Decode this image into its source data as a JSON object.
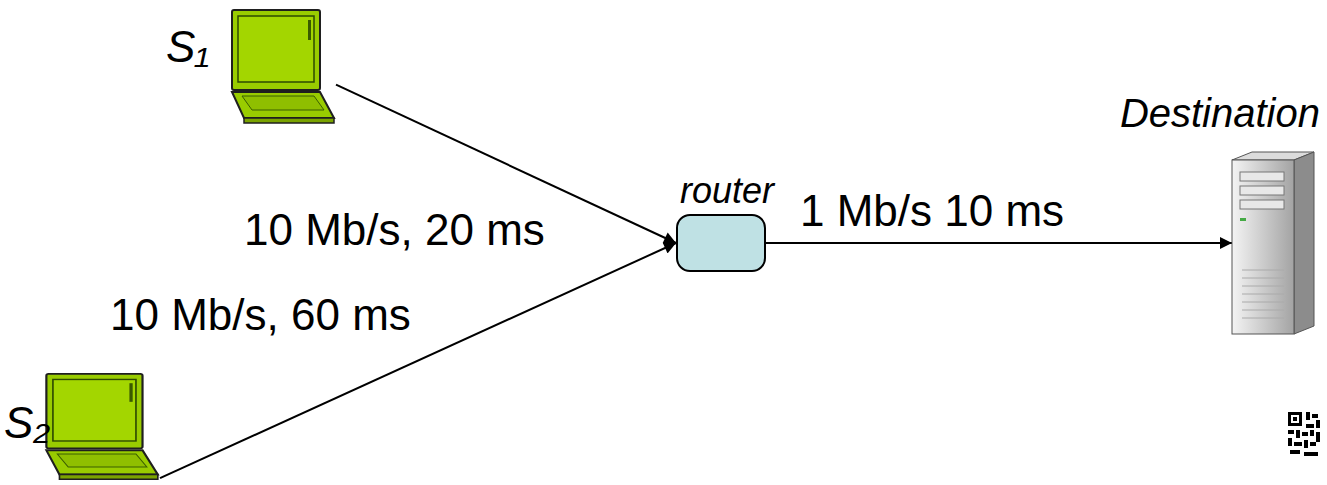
{
  "diagram": {
    "nodes": [
      {
        "text": [
          "S₁"
        ]
      },
      {
        "text": [
          "S₂"
        ]
      },
      {
        "text": [
          "router"
        ]
      },
      {
        "text": [
          "Destination"
        ]
      }
    ],
    "edges": [
      {
        "from": 0,
        "to": 2,
        "arrow": "to",
        "label": "10 Mb/s, 20 ms"
      },
      {
        "from": 1,
        "to": 2,
        "arrow": "to",
        "label": "10 Mb/s, 60 ms"
      },
      {
        "from": 2,
        "to": 3,
        "arrow": "to",
        "label": "1 Mb/s 10 ms"
      }
    ]
  }
}
